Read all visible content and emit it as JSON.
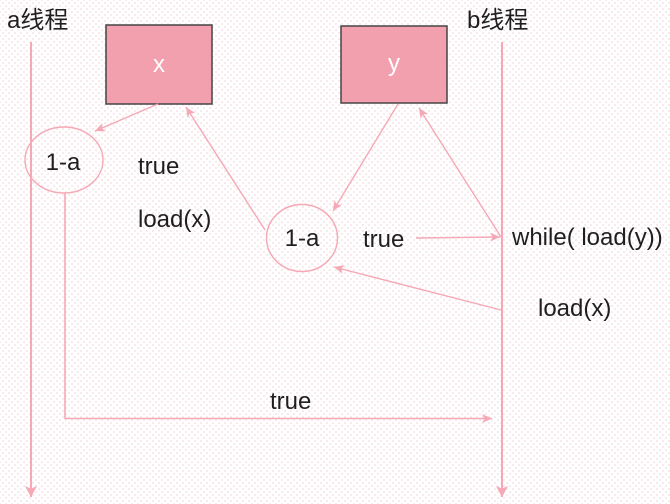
{
  "colors": {
    "line_pink": "#f5a8b5",
    "box_fill": "#f3a0ae",
    "box_border": "#454545",
    "text_black": "#1f1f1f",
    "box_text_white": "#ffffff",
    "background_dot": "#f6e2e6"
  },
  "diagram": {
    "thread_a": {
      "label": "a线程"
    },
    "thread_b": {
      "label": "b线程"
    },
    "box_x": {
      "label": "x"
    },
    "box_y": {
      "label": "y"
    },
    "circle_left": {
      "label": "1-a"
    },
    "circle_center": {
      "label": "1-a"
    },
    "labels": {
      "true_left": "true",
      "load_x_left": "load(x)",
      "true_center": "true",
      "while_load_y": "while( load(y))",
      "load_x_right": "load(x)",
      "true_bottom": "true"
    }
  }
}
